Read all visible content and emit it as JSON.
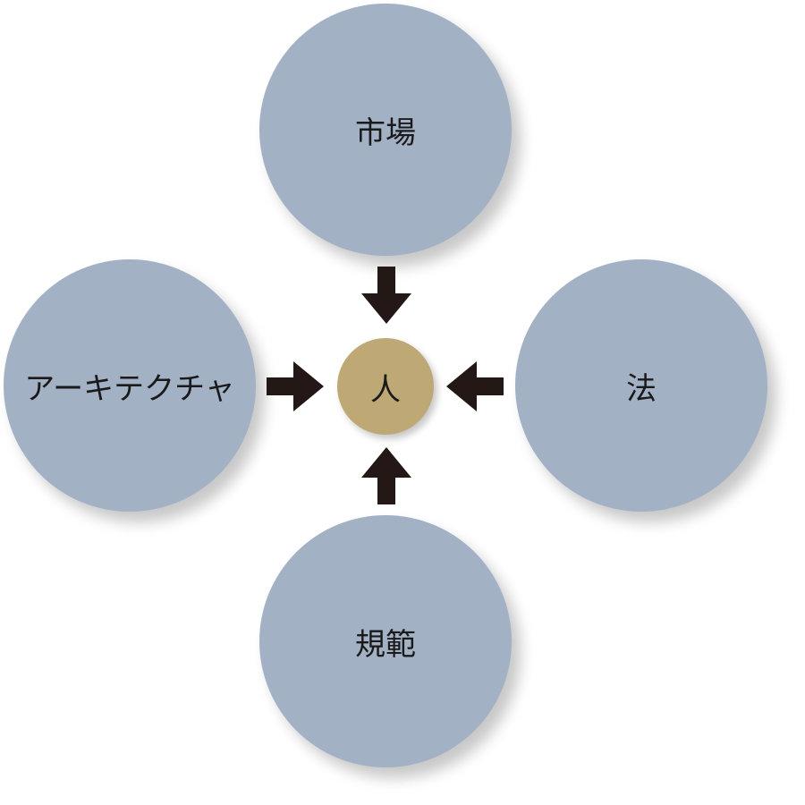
{
  "nodes": {
    "center": {
      "label": "人"
    },
    "top": {
      "label": "市場"
    },
    "left": {
      "label": "アーキテクチャ"
    },
    "right": {
      "label": "法"
    },
    "bottom": {
      "label": "規範"
    }
  },
  "colors": {
    "outer_fill": "#a3b1c5",
    "center_fill": "#bea976",
    "arrow_fill": "#231815",
    "text": "#1a1a1a"
  },
  "icons": {
    "arrow": "arrow-icon"
  }
}
